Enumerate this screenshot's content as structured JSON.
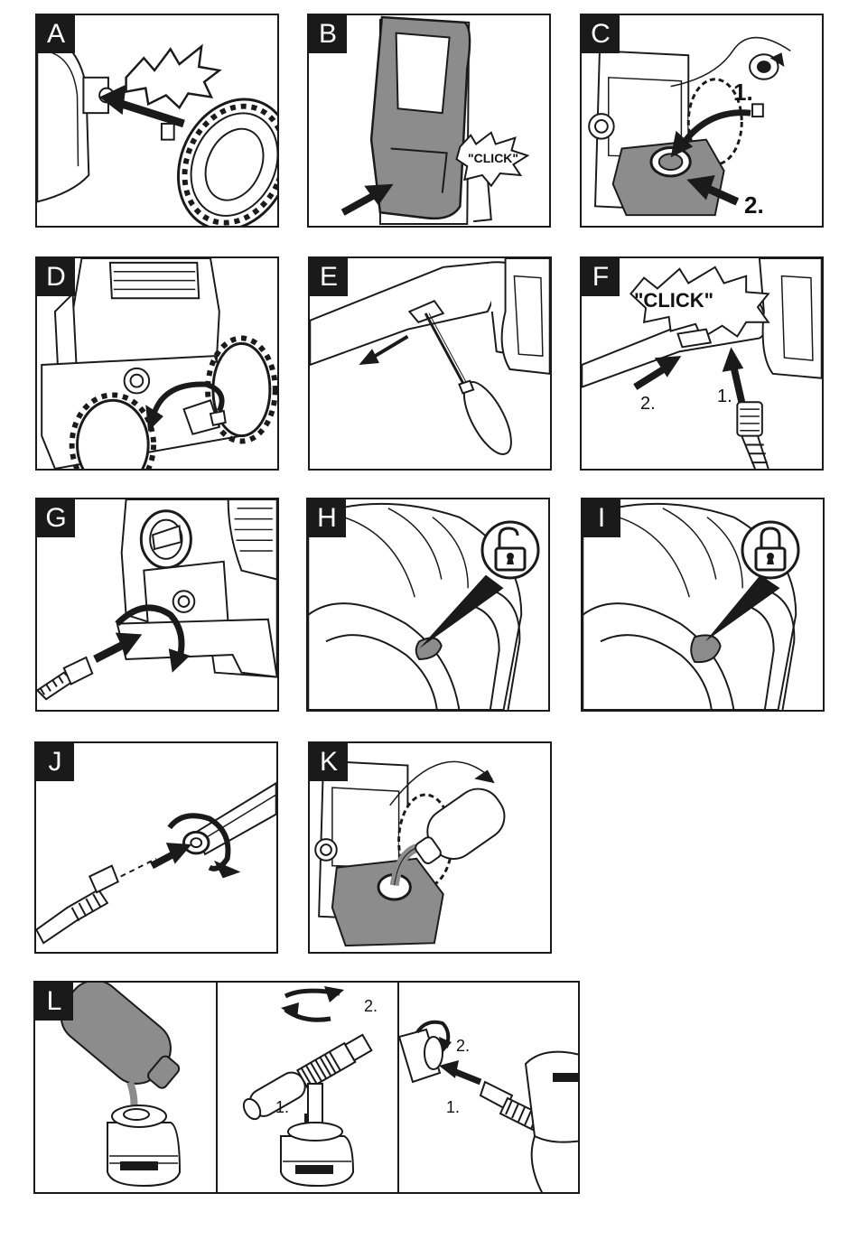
{
  "panels": {
    "A": {
      "label": "A"
    },
    "B": {
      "label": "B",
      "callout": "\"CLICK\""
    },
    "C": {
      "label": "C",
      "step1": "1.",
      "step2": "2."
    },
    "D": {
      "label": "D"
    },
    "E": {
      "label": "E"
    },
    "F": {
      "label": "F",
      "callout": "\"CLICK\"",
      "step1": "1.",
      "step2": "2."
    },
    "G": {
      "label": "G"
    },
    "H": {
      "label": "H",
      "icon": "unlocked-padlock-icon"
    },
    "I": {
      "label": "I",
      "icon": "locked-padlock-icon"
    },
    "J": {
      "label": "J"
    },
    "K": {
      "label": "K"
    },
    "L": {
      "label": "L",
      "sub2": {
        "step1": "1.",
        "step2": "2."
      },
      "sub3": {
        "step1": "1.",
        "step2": "2."
      }
    }
  },
  "colors": {
    "ink": "#1a1a1a",
    "gray": "#8c8c8c",
    "light_gray": "#d0d0d0",
    "paper": "#ffffff"
  }
}
